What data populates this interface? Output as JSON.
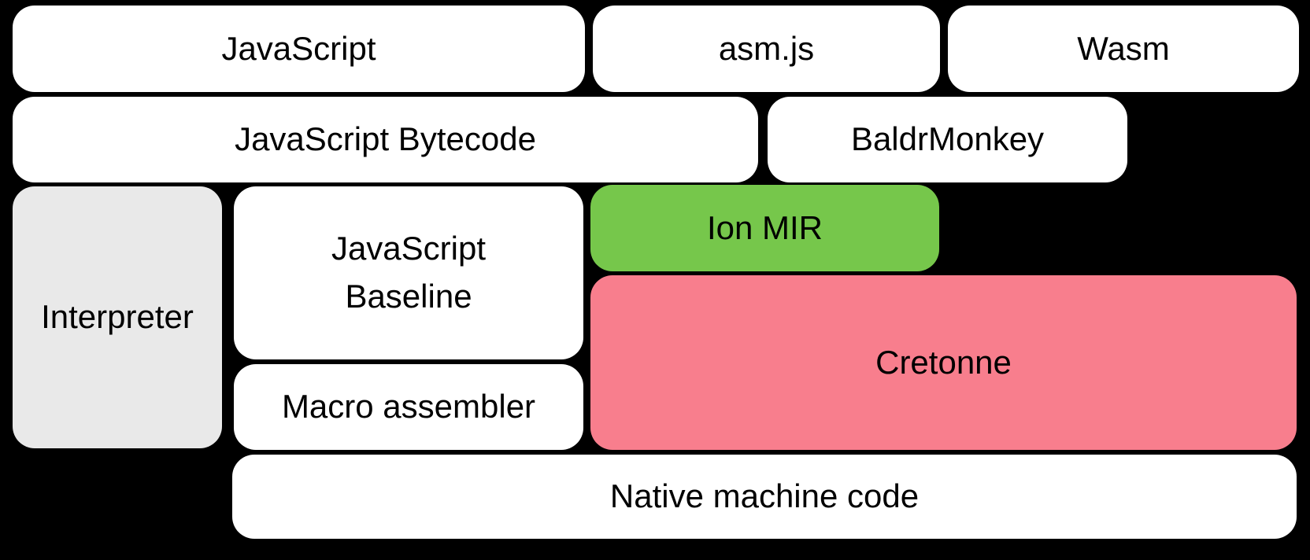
{
  "diagram": {
    "description": "JavaScript engine compilation pipeline block diagram",
    "background_color": "#000000",
    "text_color": "#000000",
    "colors": {
      "white": "#ffffff",
      "gray": "#e9e9e9",
      "green": "#76c74b",
      "pink": "#f87e8d"
    },
    "boxes": {
      "javascript": "JavaScript",
      "asmjs": "asm.js",
      "wasm": "Wasm",
      "bytecode": "JavaScript Bytecode",
      "baldrmonkey": "BaldrMonkey",
      "interpreter": "Interpreter",
      "baseline": "JavaScript Baseline",
      "ion_mir": "Ion MIR",
      "cretonne": "Cretonne",
      "macro_assembler": "Macro assembler",
      "native_machine_code": "Native machine code"
    }
  }
}
